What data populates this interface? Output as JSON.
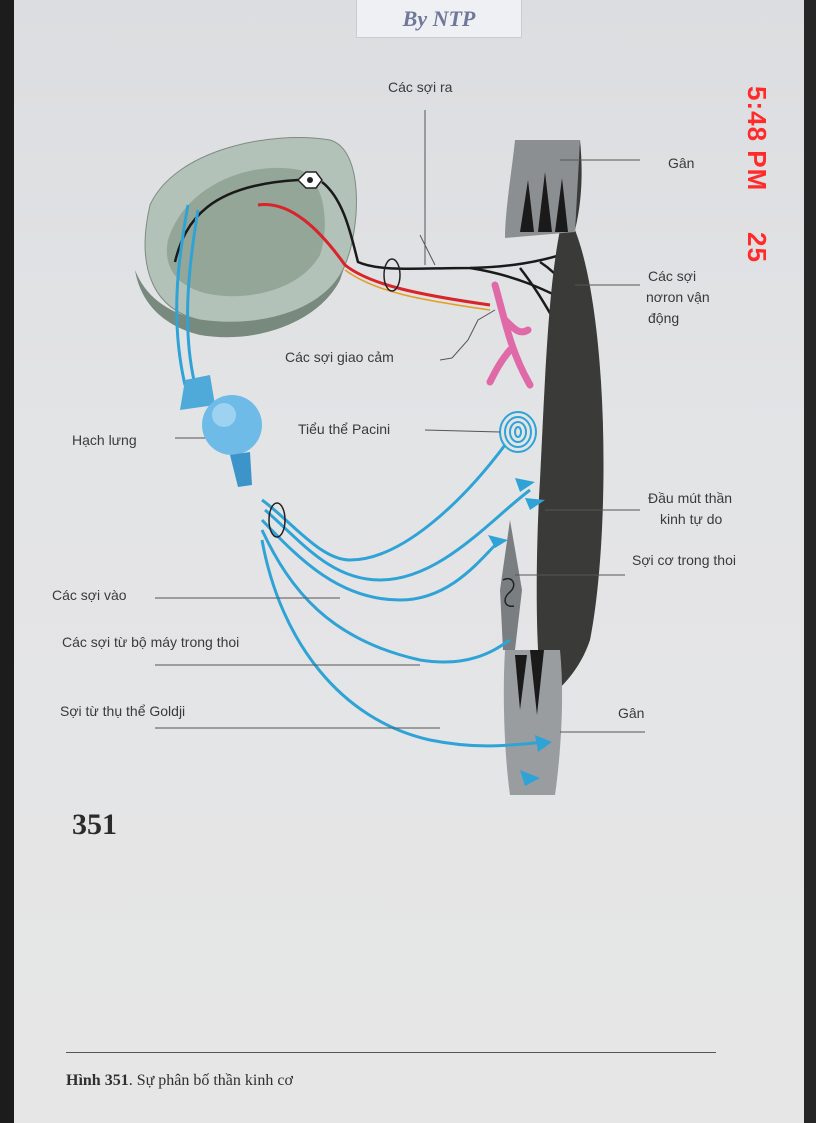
{
  "header": {
    "tag": "By NTP"
  },
  "timestamp": {
    "time": "5:48 PM",
    "day": "25"
  },
  "labels": {
    "efferent_fibers": "Các sợi ra",
    "tendon_top": "Gân",
    "motor_neuron_fibers_1": "Các sợi",
    "motor_neuron_fibers_2": "nơron vận",
    "motor_neuron_fibers_3": "động",
    "sympathetic_fibers": "Các sợi giao cảm",
    "dorsal_ganglion": "Hạch lưng",
    "pacinian_corpuscle": "Tiểu thể Pacini",
    "free_nerve_ending_1": "Đầu mút thần",
    "free_nerve_ending_2": "kinh tự do",
    "intrafusal_fiber": "Sợi cơ trong thoi",
    "afferent_fibers": "Các sợi vào",
    "spindle_fibers": "Các sợi từ bộ máy trong thoi",
    "golgi_fiber": "Sợi từ thụ thể Goldji",
    "tendon_bottom": "Gân"
  },
  "page_number": "351",
  "caption": {
    "prefix": "Hình 351",
    "text": ". Sự phân bố thần kinh cơ"
  },
  "colors": {
    "sensory": "#2fa3d6",
    "motor": "#1a1a1a",
    "sympathetic": "#d8242a",
    "vessel": "#e06aa8",
    "spinal_cord": "#a9b9ad",
    "muscle": "#3a3a38",
    "timestamp": "#ff2a2a"
  }
}
